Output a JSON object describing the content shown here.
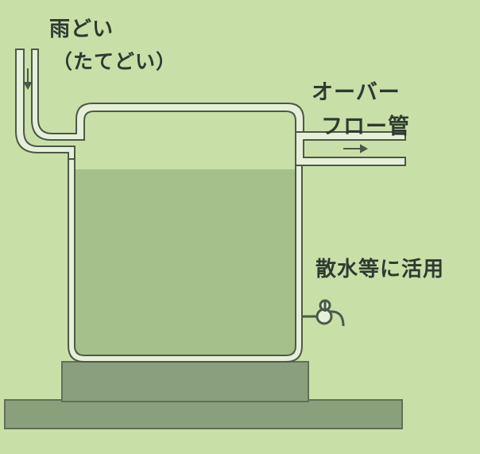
{
  "labels": {
    "downspout_line1": "雨どい",
    "downspout_line2": "（たてどい）",
    "overflow_line1": "オーバー",
    "overflow_line2": "フロー管",
    "usage": "散水等に活用"
  },
  "icons": {
    "flow_arrow": "arrow-icon",
    "faucet": "faucet-icon"
  },
  "colors": {
    "background": "#c9dfa8",
    "water": "#a6c08a",
    "pipe_outline": "#4a5a48",
    "base": "#8aa07c",
    "text": "#2e3a30"
  }
}
